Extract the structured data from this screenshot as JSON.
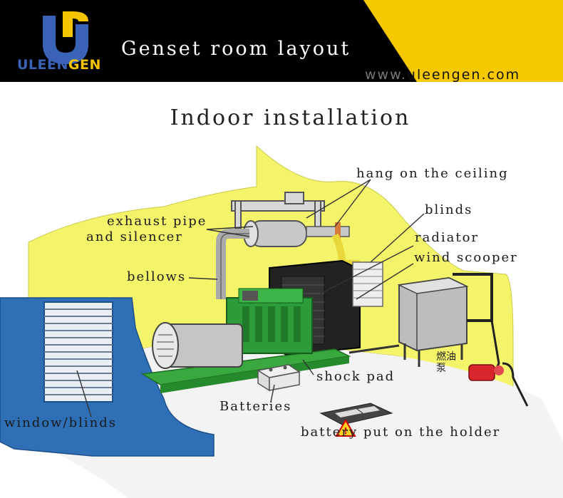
{
  "header": {
    "brand_part1": "ULEEN",
    "brand_part2": "GEN",
    "title": "Genset room layout",
    "website_prefix": "www.",
    "website": "uleengen.com"
  },
  "subtitle": "Indoor installation",
  "labels": {
    "hang_on_ceiling": "hang on the ceiling",
    "blinds": "blinds",
    "exhaust_pipe_1": "exhaust pipe",
    "exhaust_pipe_2": "and silencer",
    "radiator": "radiator",
    "wind_scooper": "wind scooper",
    "bellows": "bellows",
    "shock_pad": "shock pad",
    "batteries": "Batteries",
    "window_blinds": "window/blinds",
    "battery_holder": "battery put on the holder"
  },
  "tank_label": "燃油\n泵",
  "colors": {
    "wall_yellow": "#f4f46a",
    "engine_green": "#2e9b3a",
    "floor_gray": "#f3f3f3",
    "window_blue": "#2f6fb5",
    "header_yellow": "#f5c800"
  }
}
